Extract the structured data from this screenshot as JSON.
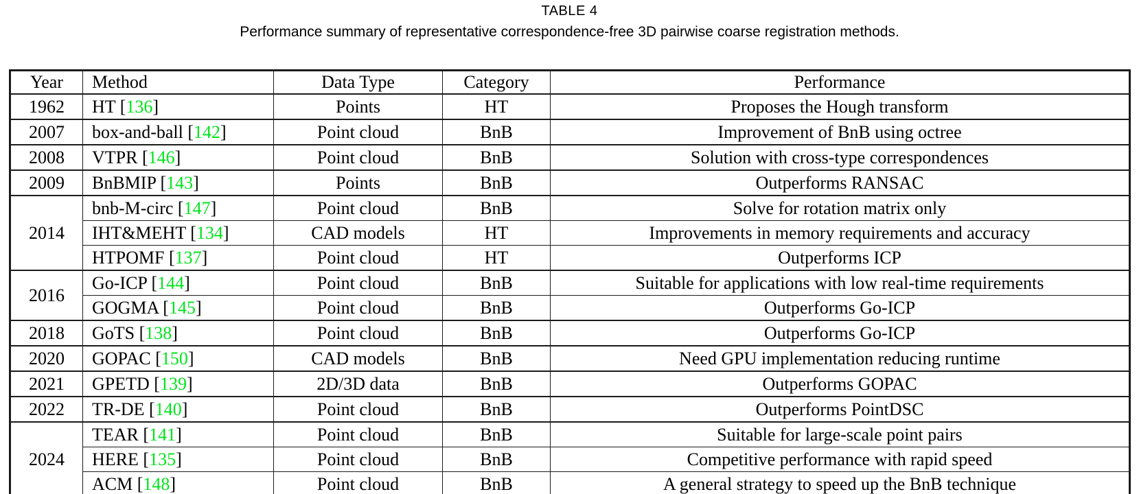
{
  "page": {
    "title": "TABLE 4",
    "caption": "Performance summary of representative correspondence-free 3D pairwise coarse registration methods."
  },
  "colors": {
    "citation_green": "#00e41c",
    "text": "#000000",
    "border": "#1b1b1b",
    "background": "#ffffff"
  },
  "table": {
    "columns": [
      "Year",
      "Method",
      "Data Type",
      "Category",
      "Performance"
    ],
    "groups": [
      {
        "year": "1962",
        "rows": [
          {
            "method": "HT",
            "ref": "136",
            "data_type": "Points",
            "category": "HT",
            "performance": "Proposes the Hough transform"
          }
        ]
      },
      {
        "year": "2007",
        "rows": [
          {
            "method": "box-and-ball",
            "ref": "142",
            "data_type": "Point cloud",
            "category": "BnB",
            "performance": "Improvement of BnB using octree"
          }
        ]
      },
      {
        "year": "2008",
        "rows": [
          {
            "method": "VTPR",
            "ref": "146",
            "data_type": "Point cloud",
            "category": "BnB",
            "performance": "Solution with cross-type correspondences"
          }
        ]
      },
      {
        "year": "2009",
        "rows": [
          {
            "method": "BnBMIP",
            "ref": "143",
            "data_type": "Points",
            "category": "BnB",
            "performance": "Outperforms RANSAC"
          }
        ]
      },
      {
        "year": "2014",
        "rows": [
          {
            "method": "bnb-M-circ",
            "ref": "147",
            "data_type": "Point cloud",
            "category": "BnB",
            "performance": "Solve for rotation matrix only"
          },
          {
            "method": "IHT&MEHT",
            "ref": "134",
            "data_type": "CAD models",
            "category": "HT",
            "performance": "Improvements in memory requirements and accuracy"
          },
          {
            "method": "HTPOMF",
            "ref": "137",
            "data_type": "Point cloud",
            "category": "HT",
            "performance": "Outperforms ICP"
          }
        ]
      },
      {
        "year": "2016",
        "rows": [
          {
            "method": "Go-ICP",
            "ref": "144",
            "data_type": "Point cloud",
            "category": "BnB",
            "performance": "Suitable for applications with low real-time requirements"
          },
          {
            "method": "GOGMA",
            "ref": "145",
            "data_type": "Point cloud",
            "category": "BnB",
            "performance": "Outperforms Go-ICP"
          }
        ]
      },
      {
        "year": "2018",
        "rows": [
          {
            "method": "GoTS",
            "ref": "138",
            "data_type": "Point cloud",
            "category": "BnB",
            "performance": "Outperforms Go-ICP"
          }
        ]
      },
      {
        "year": "2020",
        "rows": [
          {
            "method": "GOPAC",
            "ref": "150",
            "data_type": "CAD models",
            "category": "BnB",
            "performance": "Need GPU implementation reducing runtime"
          }
        ]
      },
      {
        "year": "2021",
        "rows": [
          {
            "method": "GPETD",
            "ref": "139",
            "data_type": "2D/3D data",
            "category": "BnB",
            "performance": "Outperforms GOPAC"
          }
        ]
      },
      {
        "year": "2022",
        "rows": [
          {
            "method": "TR-DE",
            "ref": "140",
            "data_type": "Point cloud",
            "category": "BnB",
            "performance": "Outperforms PointDSC"
          }
        ]
      },
      {
        "year": "2024",
        "rows": [
          {
            "method": "TEAR",
            "ref": "141",
            "data_type": "Point cloud",
            "category": "BnB",
            "performance": "Suitable for large-scale point pairs"
          },
          {
            "method": "HERE",
            "ref": "135",
            "data_type": "Point cloud",
            "category": "BnB",
            "performance": "Competitive performance with rapid speed"
          },
          {
            "method": "ACM",
            "ref": "148",
            "data_type": "Point cloud",
            "category": "BnB",
            "performance": "A general strategy to speed up the BnB technique"
          }
        ]
      }
    ]
  }
}
